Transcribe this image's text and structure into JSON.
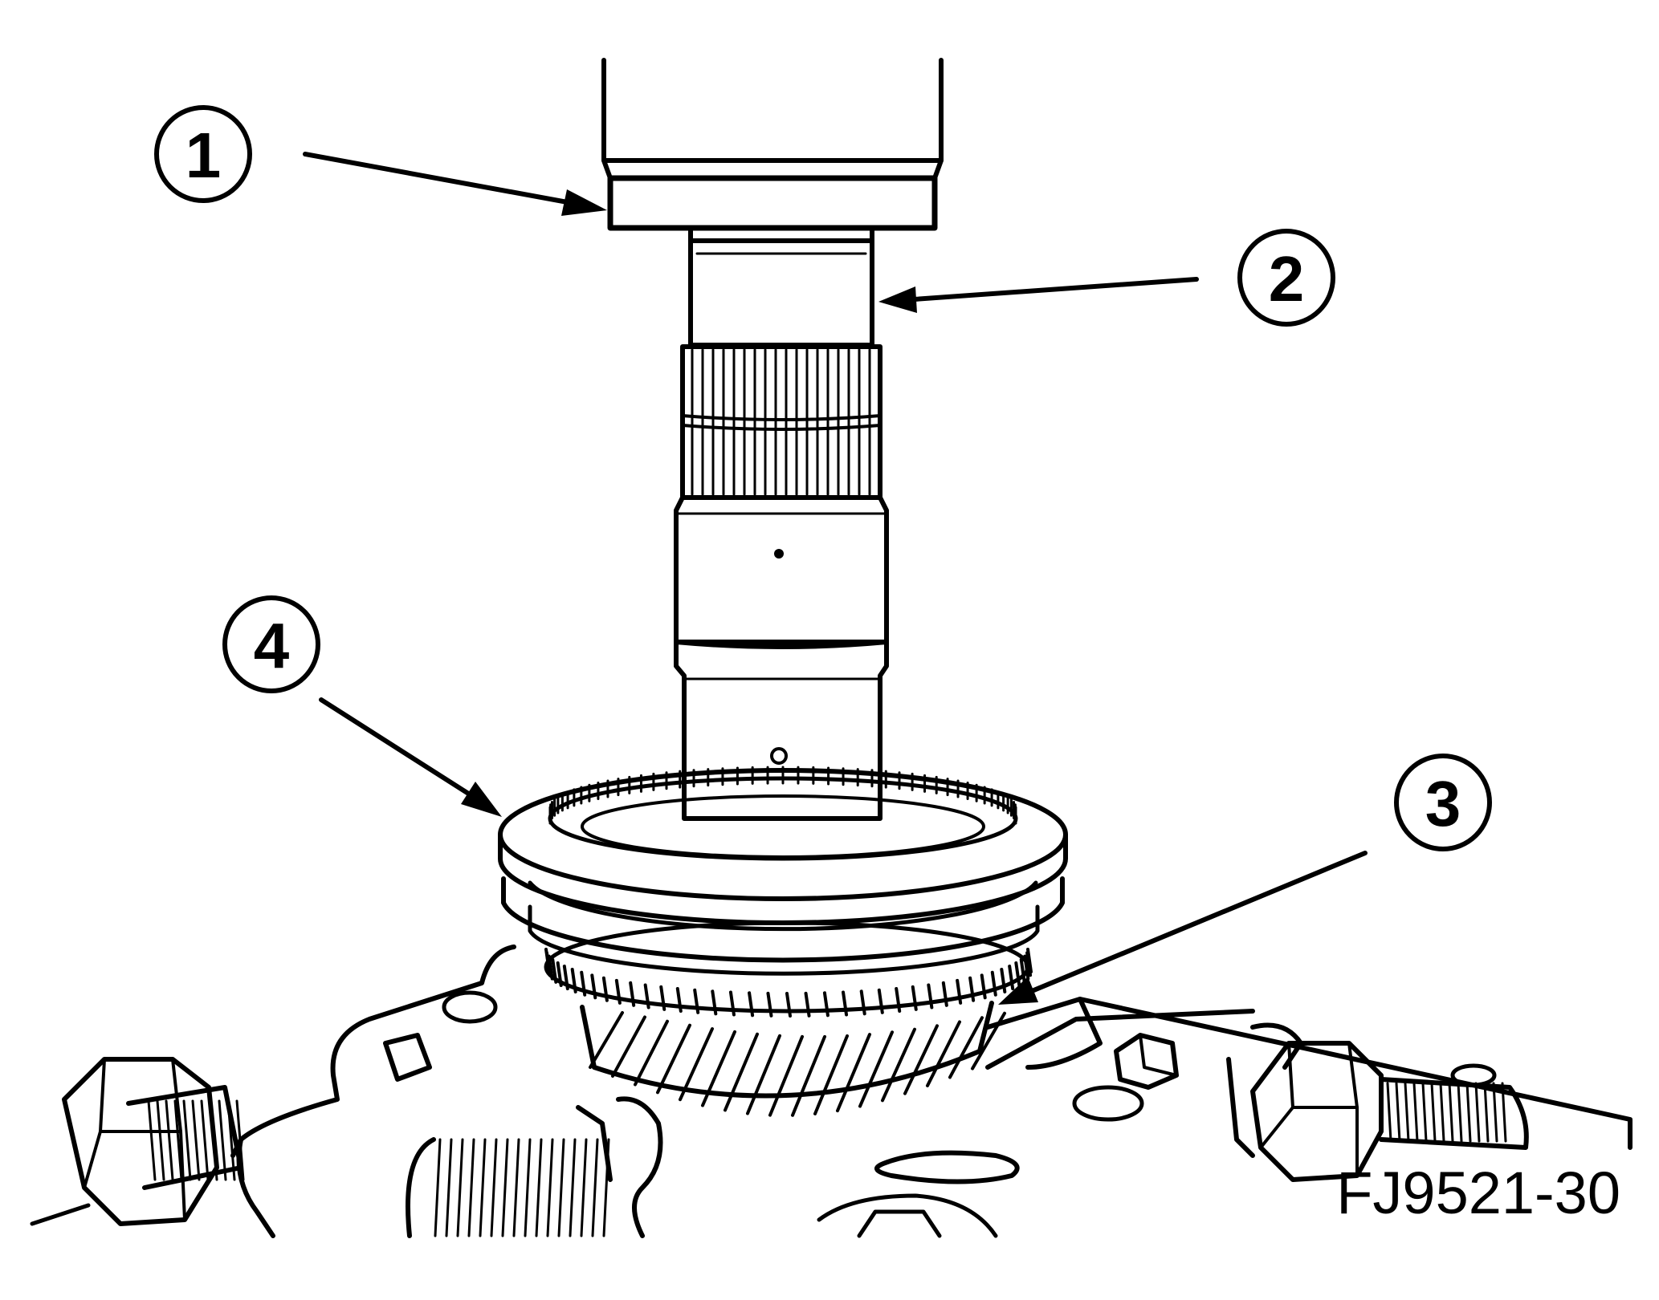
{
  "figure": {
    "id_label": "FJ9521-30"
  },
  "callouts": [
    {
      "number": "1"
    },
    {
      "number": "2"
    },
    {
      "number": "3"
    },
    {
      "number": "4"
    }
  ]
}
